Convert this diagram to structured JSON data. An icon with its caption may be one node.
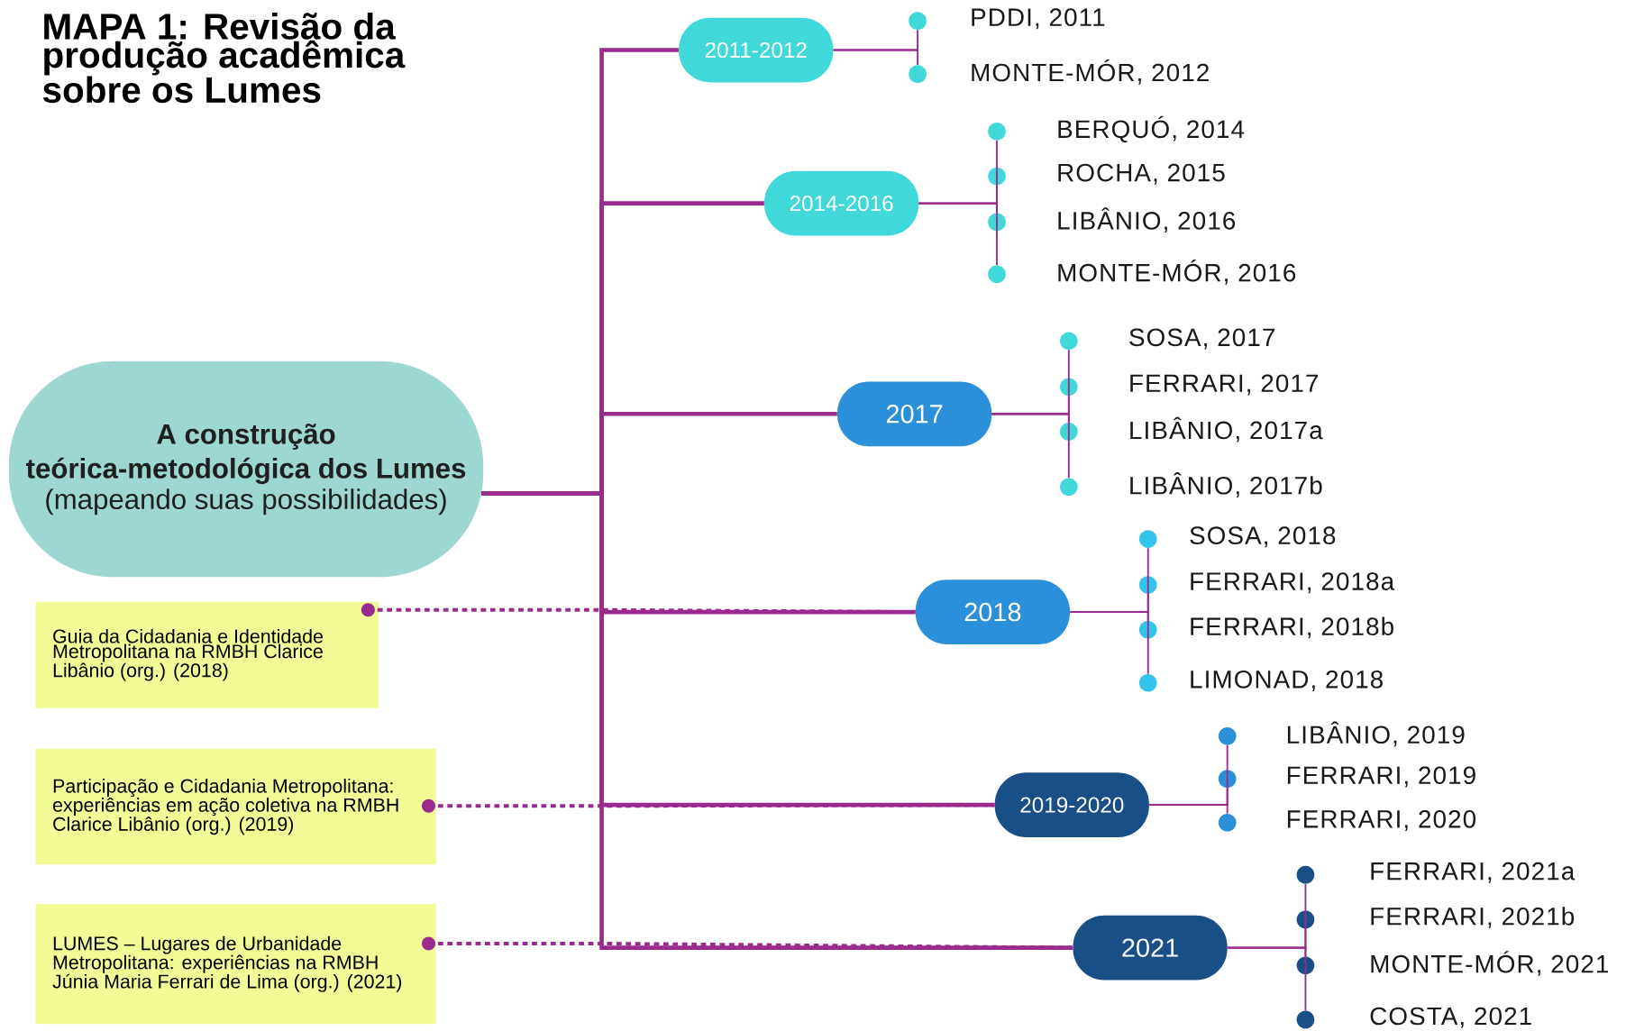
{
  "diagram": {
    "title": "MAPA 1: Revisão da produção acadêmica sobre os Lumes",
    "nodes": [
      {
        "text": [
          "A construção teórica-metodológica dos Lumes",
          "(mapeando suas possibilidades)"
        ]
      },
      {
        "text": [
          "2011-2012"
        ]
      },
      {
        "text": [],
        "shape": "circle",
        "beside": [
          "PDDI, 2011"
        ]
      },
      {
        "text": [],
        "shape": "circle",
        "beside": [
          "MONTE-MÓR, 2012"
        ]
      },
      {
        "text": [
          "2014-2016"
        ]
      },
      {
        "text": [],
        "shape": "circle",
        "beside": [
          "BERQUÓ, 2014"
        ]
      },
      {
        "text": [],
        "shape": "circle",
        "beside": [
          "ROCHA, 2015"
        ]
      },
      {
        "text": [],
        "shape": "circle",
        "beside": [
          "LIBÂNIO, 2016"
        ]
      },
      {
        "text": [],
        "shape": "circle",
        "beside": [
          "MONTE-MÓR, 2016"
        ]
      },
      {
        "text": [
          "2017"
        ]
      },
      {
        "text": [],
        "shape": "circle",
        "beside": [
          "SOSA, 2017"
        ]
      },
      {
        "text": [],
        "shape": "circle",
        "beside": [
          "FERRARI, 2017"
        ]
      },
      {
        "text": [],
        "shape": "circle",
        "beside": [
          "LIBÂNIO, 2017a"
        ]
      },
      {
        "text": [],
        "shape": "circle",
        "beside": [
          "LIBÂNIO, 2017b"
        ]
      },
      {
        "text": [
          "2018"
        ]
      },
      {
        "text": [],
        "shape": "circle",
        "beside": [
          "SOSA, 2018"
        ]
      },
      {
        "text": [],
        "shape": "circle",
        "beside": [
          "FERRARI, 2018a"
        ]
      },
      {
        "text": [],
        "shape": "circle",
        "beside": [
          "FERRARI, 2018b"
        ]
      },
      {
        "text": [],
        "shape": "circle",
        "beside": [
          "LIMONAD, 2018"
        ]
      },
      {
        "text": [
          "2019-2020"
        ]
      },
      {
        "text": [],
        "shape": "circle",
        "beside": [
          "LIBÂNIO, 2019"
        ]
      },
      {
        "text": [],
        "shape": "circle",
        "beside": [
          "FERRARI, 2019"
        ]
      },
      {
        "text": [],
        "shape": "circle",
        "beside": [
          "FERRARI, 2020"
        ]
      },
      {
        "text": [
          "2021"
        ]
      },
      {
        "text": [],
        "shape": "circle",
        "beside": [
          "FERRARI, 2021a"
        ]
      },
      {
        "text": [],
        "shape": "circle",
        "beside": [
          "FERRARI, 2021b"
        ]
      },
      {
        "text": [],
        "shape": "circle",
        "beside": [
          "MONTE-MÓR, 2021"
        ]
      },
      {
        "text": [],
        "shape": "circle",
        "beside": [
          "COSTA, 2021"
        ]
      },
      {
        "text": [
          "Guia da Cidadania e Identidade Metropolitana na RMBH Clarice Libânio (org.) (2018)"
        ]
      },
      {
        "text": [
          "Participação e Cidadania Metropolitana: experiências em ação coletiva na RMBH Clarice Libânio (org.) (2019)"
        ]
      },
      {
        "text": [
          "LUMES – Lugares de Urbanidade Metropolitana: experiências na RMBH Júnia Maria Ferrari de Lima (org.) (2021)"
        ]
      }
    ],
    "edges": [
      {
        "from": 0,
        "to": 1,
        "arrow": "none",
        "style": "thick"
      },
      {
        "from": 0,
        "to": 4,
        "arrow": "none",
        "style": "thick"
      },
      {
        "from": 0,
        "to": 9,
        "arrow": "none",
        "style": "thick"
      },
      {
        "from": 0,
        "to": 14,
        "arrow": "none",
        "style": "thick"
      },
      {
        "from": 0,
        "to": 19,
        "arrow": "none",
        "style": "thick"
      },
      {
        "from": 0,
        "to": 23,
        "arrow": "none",
        "style": "thick"
      },
      {
        "from": 1,
        "to": 2,
        "arrow": "none"
      },
      {
        "from": 1,
        "to": 3,
        "arrow": "none"
      },
      {
        "from": 4,
        "to": 5,
        "arrow": "none"
      },
      {
        "from": 4,
        "to": 6,
        "arrow": "none"
      },
      {
        "from": 4,
        "to": 7,
        "arrow": "none"
      },
      {
        "from": 4,
        "to": 8,
        "arrow": "none"
      },
      {
        "from": 9,
        "to": 10,
        "arrow": "none"
      },
      {
        "from": 9,
        "to": 11,
        "arrow": "none"
      },
      {
        "from": 9,
        "to": 12,
        "arrow": "none"
      },
      {
        "from": 9,
        "to": 13,
        "arrow": "none"
      },
      {
        "from": 14,
        "to": 15,
        "arrow": "none"
      },
      {
        "from": 14,
        "to": 16,
        "arrow": "none"
      },
      {
        "from": 14,
        "to": 17,
        "arrow": "none"
      },
      {
        "from": 14,
        "to": 18,
        "arrow": "none"
      },
      {
        "from": 19,
        "to": 20,
        "arrow": "none"
      },
      {
        "from": 19,
        "to": 21,
        "arrow": "none"
      },
      {
        "from": 19,
        "to": 22,
        "arrow": "none"
      },
      {
        "from": 23,
        "to": 24,
        "arrow": "none"
      },
      {
        "from": 23,
        "to": 25,
        "arrow": "none"
      },
      {
        "from": 23,
        "to": 26,
        "arrow": "none"
      },
      {
        "from": 23,
        "to": 27,
        "arrow": "none"
      },
      {
        "from": 28,
        "to": 14,
        "arrow": "other",
        "style": "dashed"
      },
      {
        "from": 29,
        "to": 19,
        "arrow": "other",
        "style": "dashed"
      },
      {
        "from": 30,
        "to": 23,
        "arrow": "other",
        "style": "dashed"
      }
    ]
  }
}
